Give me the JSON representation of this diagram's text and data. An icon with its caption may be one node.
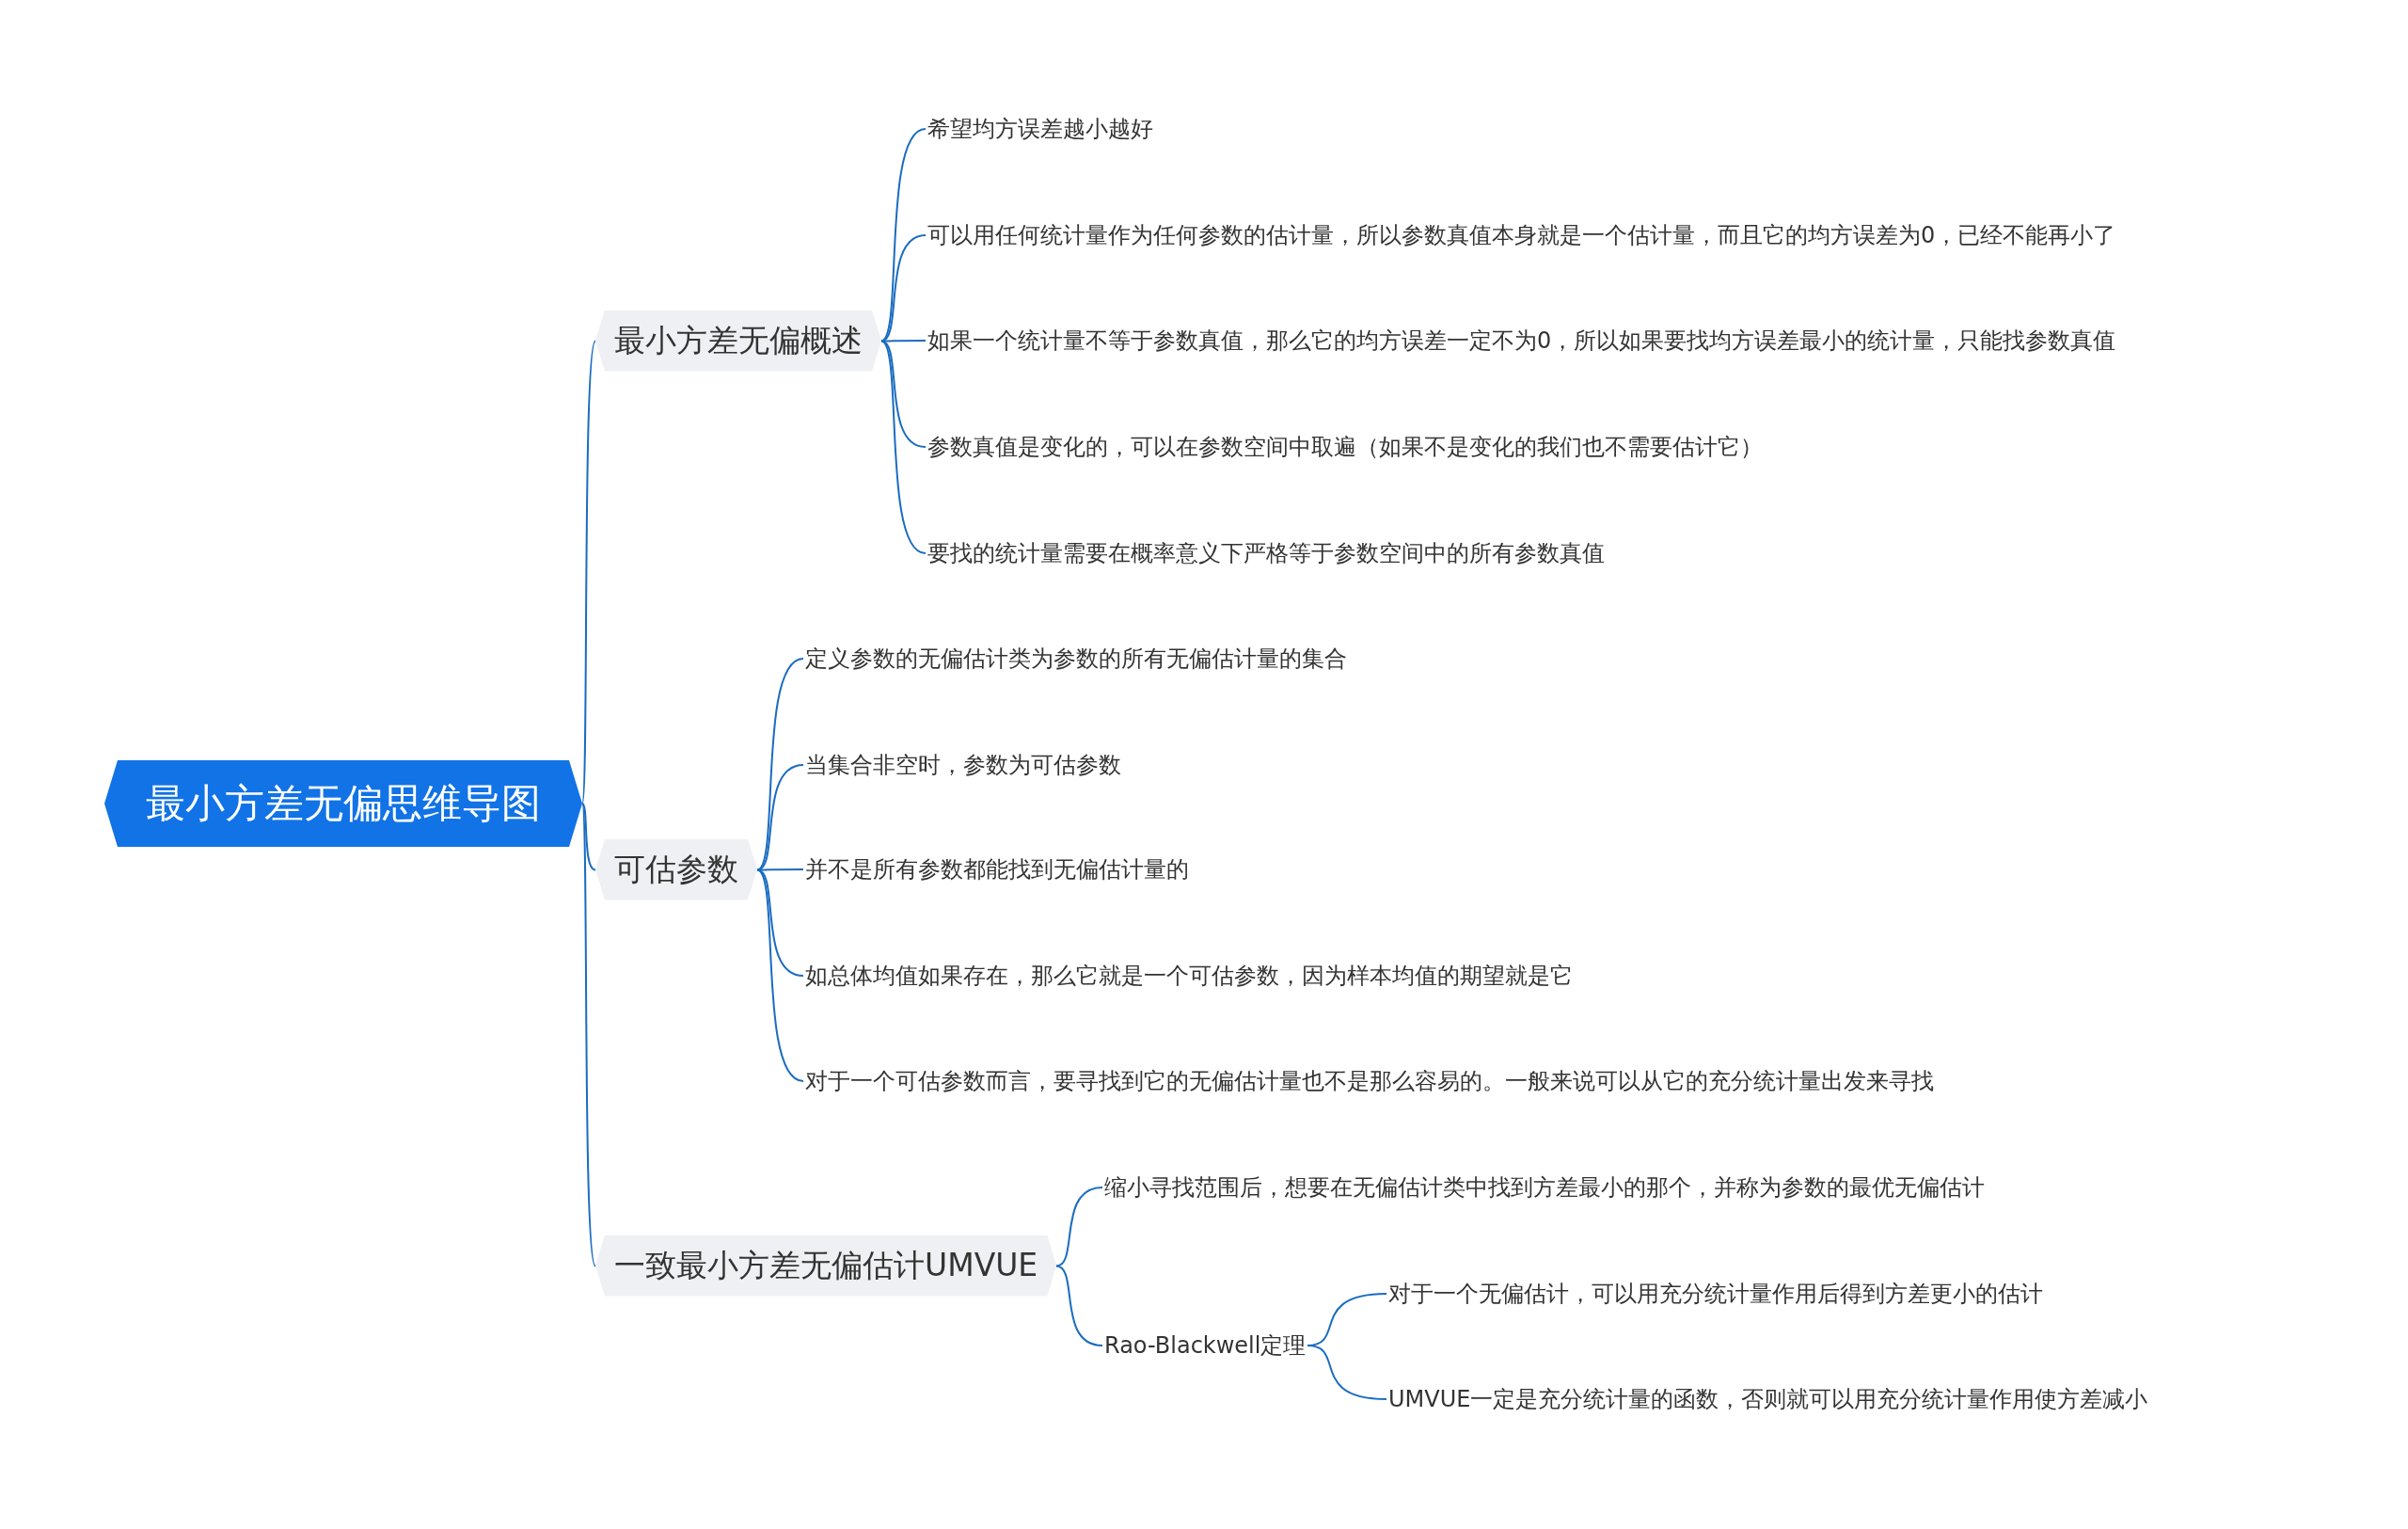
{
  "diagram": {
    "nodes": [
      {
        "text": [
          "最小方差无偏思维导图"
        ]
      },
      {
        "text": [
          "最小方差无偏概述"
        ]
      },
      {
        "text": [
          "希望均方误差越小越好"
        ]
      },
      {
        "text": [
          "可以用任何统计量作为任何参数的估计量，所以参数真值本身就是一个估计量，而且它的均方误差为0，已经不能再小了"
        ]
      },
      {
        "text": [
          "如果一个统计量不等于参数真值，那么它的均方误差一定不为0，所以如果要找均方误差最小的统计量，只能找参数真值"
        ]
      },
      {
        "text": [
          "参数真值是变化的，可以在参数空间中取遍（如果不是变化的我们也不需要估计它）"
        ]
      },
      {
        "text": [
          "要找的统计量需要在概率意义下严格等于参数空间中的所有参数真值"
        ]
      },
      {
        "text": [
          "可估参数"
        ]
      },
      {
        "text": [
          "定义参数的无偏估计类为参数的所有无偏估计量的集合"
        ]
      },
      {
        "text": [
          "当集合非空时，参数为可估参数"
        ]
      },
      {
        "text": [
          "并不是所有参数都能找到无偏估计量的"
        ]
      },
      {
        "text": [
          "如总体均值如果存在，那么它就是一个可估参数，因为样本均值的期望就是它"
        ]
      },
      {
        "text": [
          "对于一个可估参数而言，要寻找到它的无偏估计量也不是那么容易的。一般来说可以从它的充分统计量出发来寻找"
        ]
      },
      {
        "text": [
          "一致最小方差无偏估计UMVUE"
        ]
      },
      {
        "text": [
          "缩小寻找范围后，想要在无偏估计类中找到方差最小的那个，并称为参数的最优无偏估计"
        ]
      },
      {
        "text": [
          "Rao-Blackwell定理"
        ]
      },
      {
        "text": [
          "对于一个无偏估计，可以用充分统计量作用后得到方差更小的估计"
        ]
      },
      {
        "text": [
          "UMVUE一定是充分统计量的函数，否则就可以用充分统计量作用使方差减小"
        ]
      }
    ],
    "edges": [
      {
        "from": 0,
        "to": 1,
        "arrow": "none"
      },
      {
        "from": 1,
        "to": 2,
        "arrow": "none"
      },
      {
        "from": 1,
        "to": 3,
        "arrow": "none"
      },
      {
        "from": 1,
        "to": 4,
        "arrow": "none"
      },
      {
        "from": 1,
        "to": 5,
        "arrow": "none"
      },
      {
        "from": 1,
        "to": 6,
        "arrow": "none"
      },
      {
        "from": 0,
        "to": 7,
        "arrow": "none"
      },
      {
        "from": 7,
        "to": 8,
        "arrow": "none"
      },
      {
        "from": 7,
        "to": 9,
        "arrow": "none"
      },
      {
        "from": 7,
        "to": 10,
        "arrow": "none"
      },
      {
        "from": 7,
        "to": 11,
        "arrow": "none"
      },
      {
        "from": 7,
        "to": 12,
        "arrow": "none"
      },
      {
        "from": 0,
        "to": 13,
        "arrow": "none"
      },
      {
        "from": 13,
        "to": 14,
        "arrow": "none"
      },
      {
        "from": 13,
        "to": 15,
        "arrow": "none"
      },
      {
        "from": 15,
        "to": 16,
        "arrow": "none"
      },
      {
        "from": 15,
        "to": 17,
        "arrow": "none"
      }
    ]
  }
}
